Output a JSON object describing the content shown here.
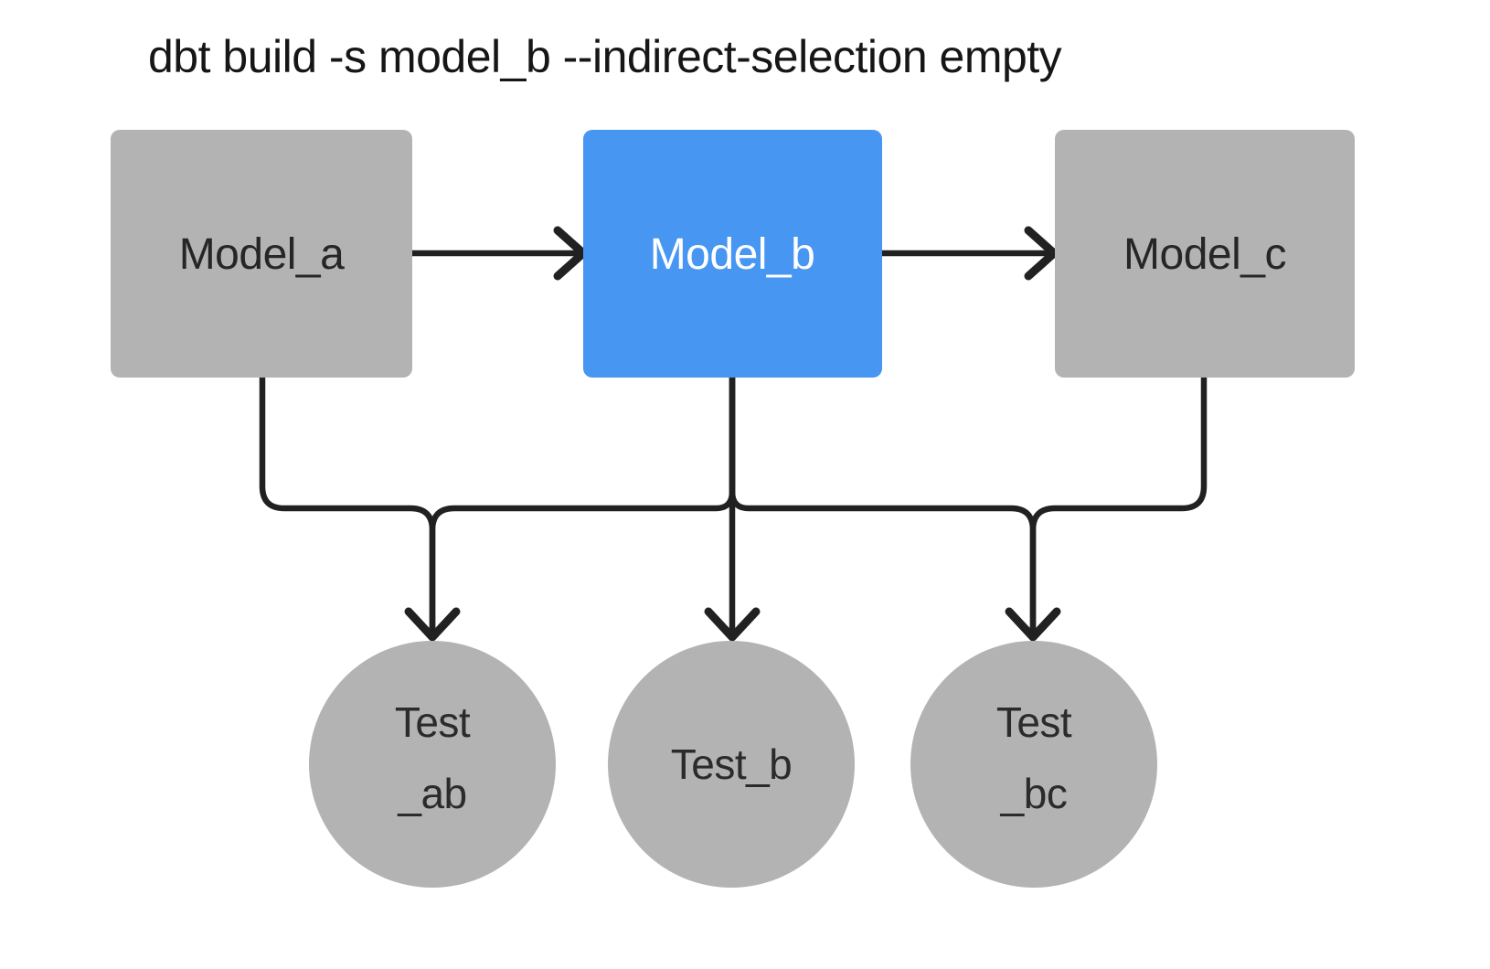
{
  "diagram": {
    "title": "dbt build -s model_b --indirect-selection empty",
    "colors": {
      "background": "#ffffff",
      "node_gray": "#b3b3b3",
      "selected_blue": "#4796f2",
      "edge_line": "#212121",
      "node_text_dark": "#262626",
      "node_text_light": "#ffffff",
      "title_text": "#161616"
    },
    "nodes": {
      "model_a": {
        "label": "Model_a",
        "kind": "model",
        "selected": false,
        "fill": "#b3b3b3"
      },
      "model_b": {
        "label": "Model_b",
        "kind": "model",
        "selected": true,
        "fill": "#4796f2"
      },
      "model_c": {
        "label": "Model_c",
        "kind": "model",
        "selected": false,
        "fill": "#b3b3b3"
      },
      "test_ab": {
        "label_line1": "Test",
        "label_line2": "_ab",
        "kind": "test",
        "fill": "#b3b3b3"
      },
      "test_b": {
        "label": "Test_b",
        "kind": "test",
        "fill": "#b3b3b3"
      },
      "test_bc": {
        "label_line1": "Test",
        "label_line2": "_bc",
        "kind": "test",
        "fill": "#b3b3b3"
      }
    },
    "edges": [
      {
        "from": "model_a",
        "to": "model_b"
      },
      {
        "from": "model_b",
        "to": "model_c"
      },
      {
        "from": "model_a",
        "to": "test_ab"
      },
      {
        "from": "model_b",
        "to": "test_ab"
      },
      {
        "from": "model_b",
        "to": "test_b"
      },
      {
        "from": "model_b",
        "to": "test_bc"
      },
      {
        "from": "model_c",
        "to": "test_bc"
      }
    ]
  }
}
